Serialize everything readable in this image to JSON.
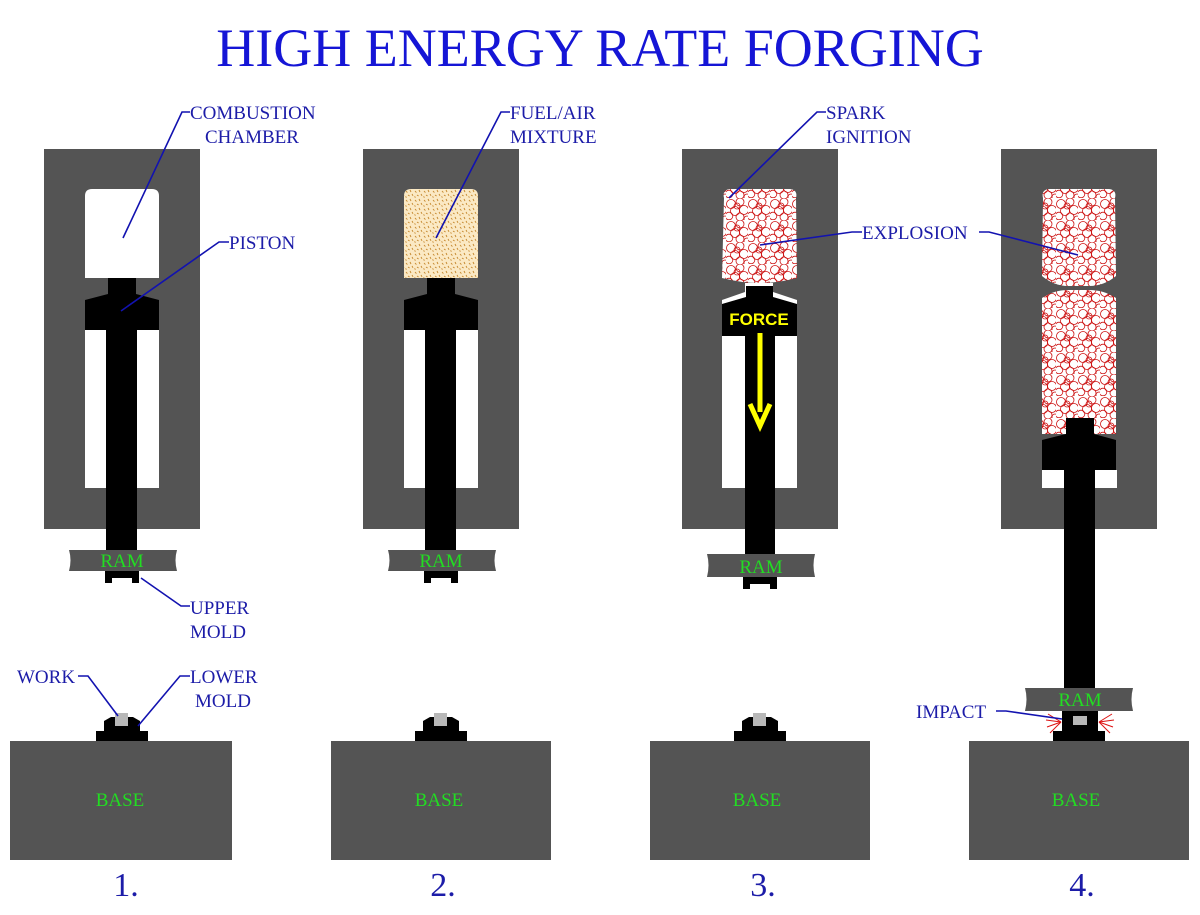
{
  "title": "HIGH ENERGY RATE FORGING",
  "colors": {
    "title": "#1515d6",
    "callout_text": "#1c1ca8",
    "housing": "#545454",
    "ram_piston": "#000000",
    "component_label": "#22dd22",
    "force_arrow": "#ffff00",
    "explosion": "#cc1111",
    "fuel_air": "#d9a64a",
    "work": "#b8b8b8"
  },
  "callouts": {
    "combustion_chamber": [
      "COMBUSTION",
      "CHAMBER"
    ],
    "piston": "PISTON",
    "upper_mold": [
      "UPPER",
      "MOLD"
    ],
    "work": "WORK",
    "lower_mold": [
      "LOWER",
      "MOLD"
    ],
    "fuel_air_mixture": [
      "FUEL/AIR",
      "MIXTURE"
    ],
    "spark_ignition": [
      "SPARK",
      "IGNITION"
    ],
    "explosion": "EXPLOSION",
    "impact": "IMPACT"
  },
  "component_labels": {
    "ram": "RAM",
    "base": "BASE",
    "force": "FORCE"
  },
  "stages": [
    {
      "number": "1.",
      "chamber_state": "empty"
    },
    {
      "number": "2.",
      "chamber_state": "fuel-air"
    },
    {
      "number": "3.",
      "chamber_state": "explosion"
    },
    {
      "number": "4.",
      "chamber_state": "explosion"
    }
  ]
}
